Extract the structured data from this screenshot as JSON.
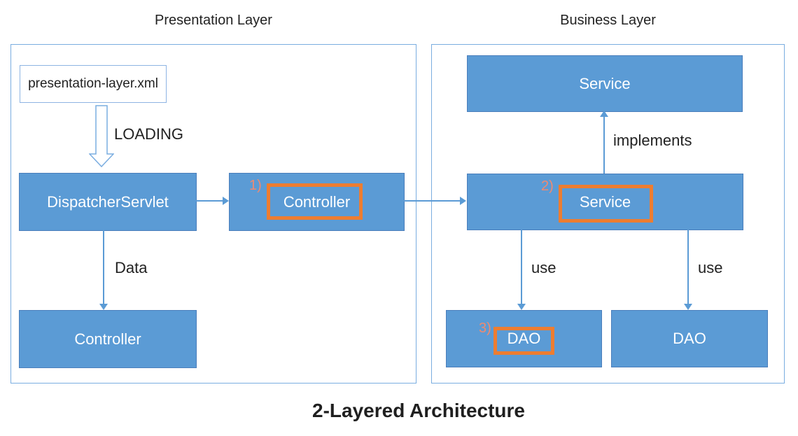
{
  "diagram": {
    "caption": "2-Layered Architecture"
  },
  "presentation_layer": {
    "title": "Presentation Layer",
    "xml_box_label": "presentation-layer.xml",
    "loading_label": "LOADING",
    "dispatcher_label": "DispatcherServlet",
    "controller_label": "Controller",
    "controller_bottom_label": "Controller",
    "data_label": "Data",
    "marker_1": "1)"
  },
  "business_layer": {
    "title": "Business Layer",
    "service_top_label": "Service",
    "service_label": "Service",
    "implements_label": "implements",
    "use_left_label": "use",
    "use_right_label": "use",
    "dao_left_label": "DAO",
    "dao_right_label": "DAO",
    "marker_2": "2)",
    "marker_3": "3)"
  },
  "colors": {
    "node_fill": "#5b9bd5",
    "node_border": "#4a7ebb",
    "container_border": "#7aade0",
    "arrow": "#5b9bd5",
    "highlight_outline": "#ed7d31",
    "marker_text": "#ee8a71",
    "text_dark": "#1f1f1f"
  }
}
